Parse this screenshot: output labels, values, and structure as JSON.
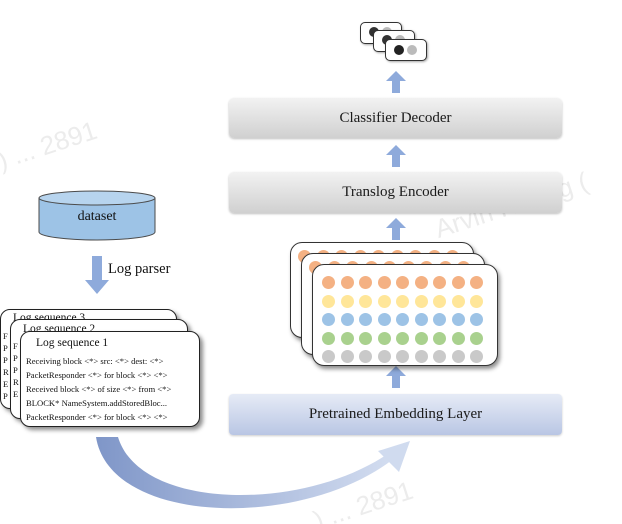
{
  "output_icon": "classification-output-icon",
  "layers": {
    "classifier_decoder": "Classifier Decoder",
    "translog_encoder": "Translog Encoder",
    "embedding_layer": "Pretrained Embedding Layer"
  },
  "dataset": {
    "label": "dataset"
  },
  "log_parser": {
    "label": "Log parser"
  },
  "log_sequences": {
    "sequence_3_title": "Log sequence 3",
    "sequence_2_title": "Log sequence 2",
    "sequence_1_title": "Log sequence 1",
    "sequence_1_lines": [
      "Receiving block <*> src: <*> dest: <*>",
      "PacketResponder <*> for block <*> <*>",
      "Received block <*> of size <*> from <*>",
      "BLOCK* NameSystem.addStoredBloc...",
      "PacketResponder <*> for block <*> <*>"
    ],
    "partial_line_starts": [
      "F",
      "P",
      "P",
      "R",
      "E",
      "P"
    ]
  },
  "embedding_grid": {
    "row_colors": [
      "#f4b183",
      "#ffe699",
      "#9dc3e6",
      "#a9d18e",
      "#c9c9c9"
    ],
    "columns": 9
  },
  "watermark": {
    "text_1": ") ... 2891",
    "text_2": "Arvin Huang (",
    "text_3": ") ... 2891"
  },
  "colors": {
    "arrow": "#8eaadb",
    "dataset_fill": "#9dc3e6",
    "curve_arrow": "#a9bde0"
  }
}
